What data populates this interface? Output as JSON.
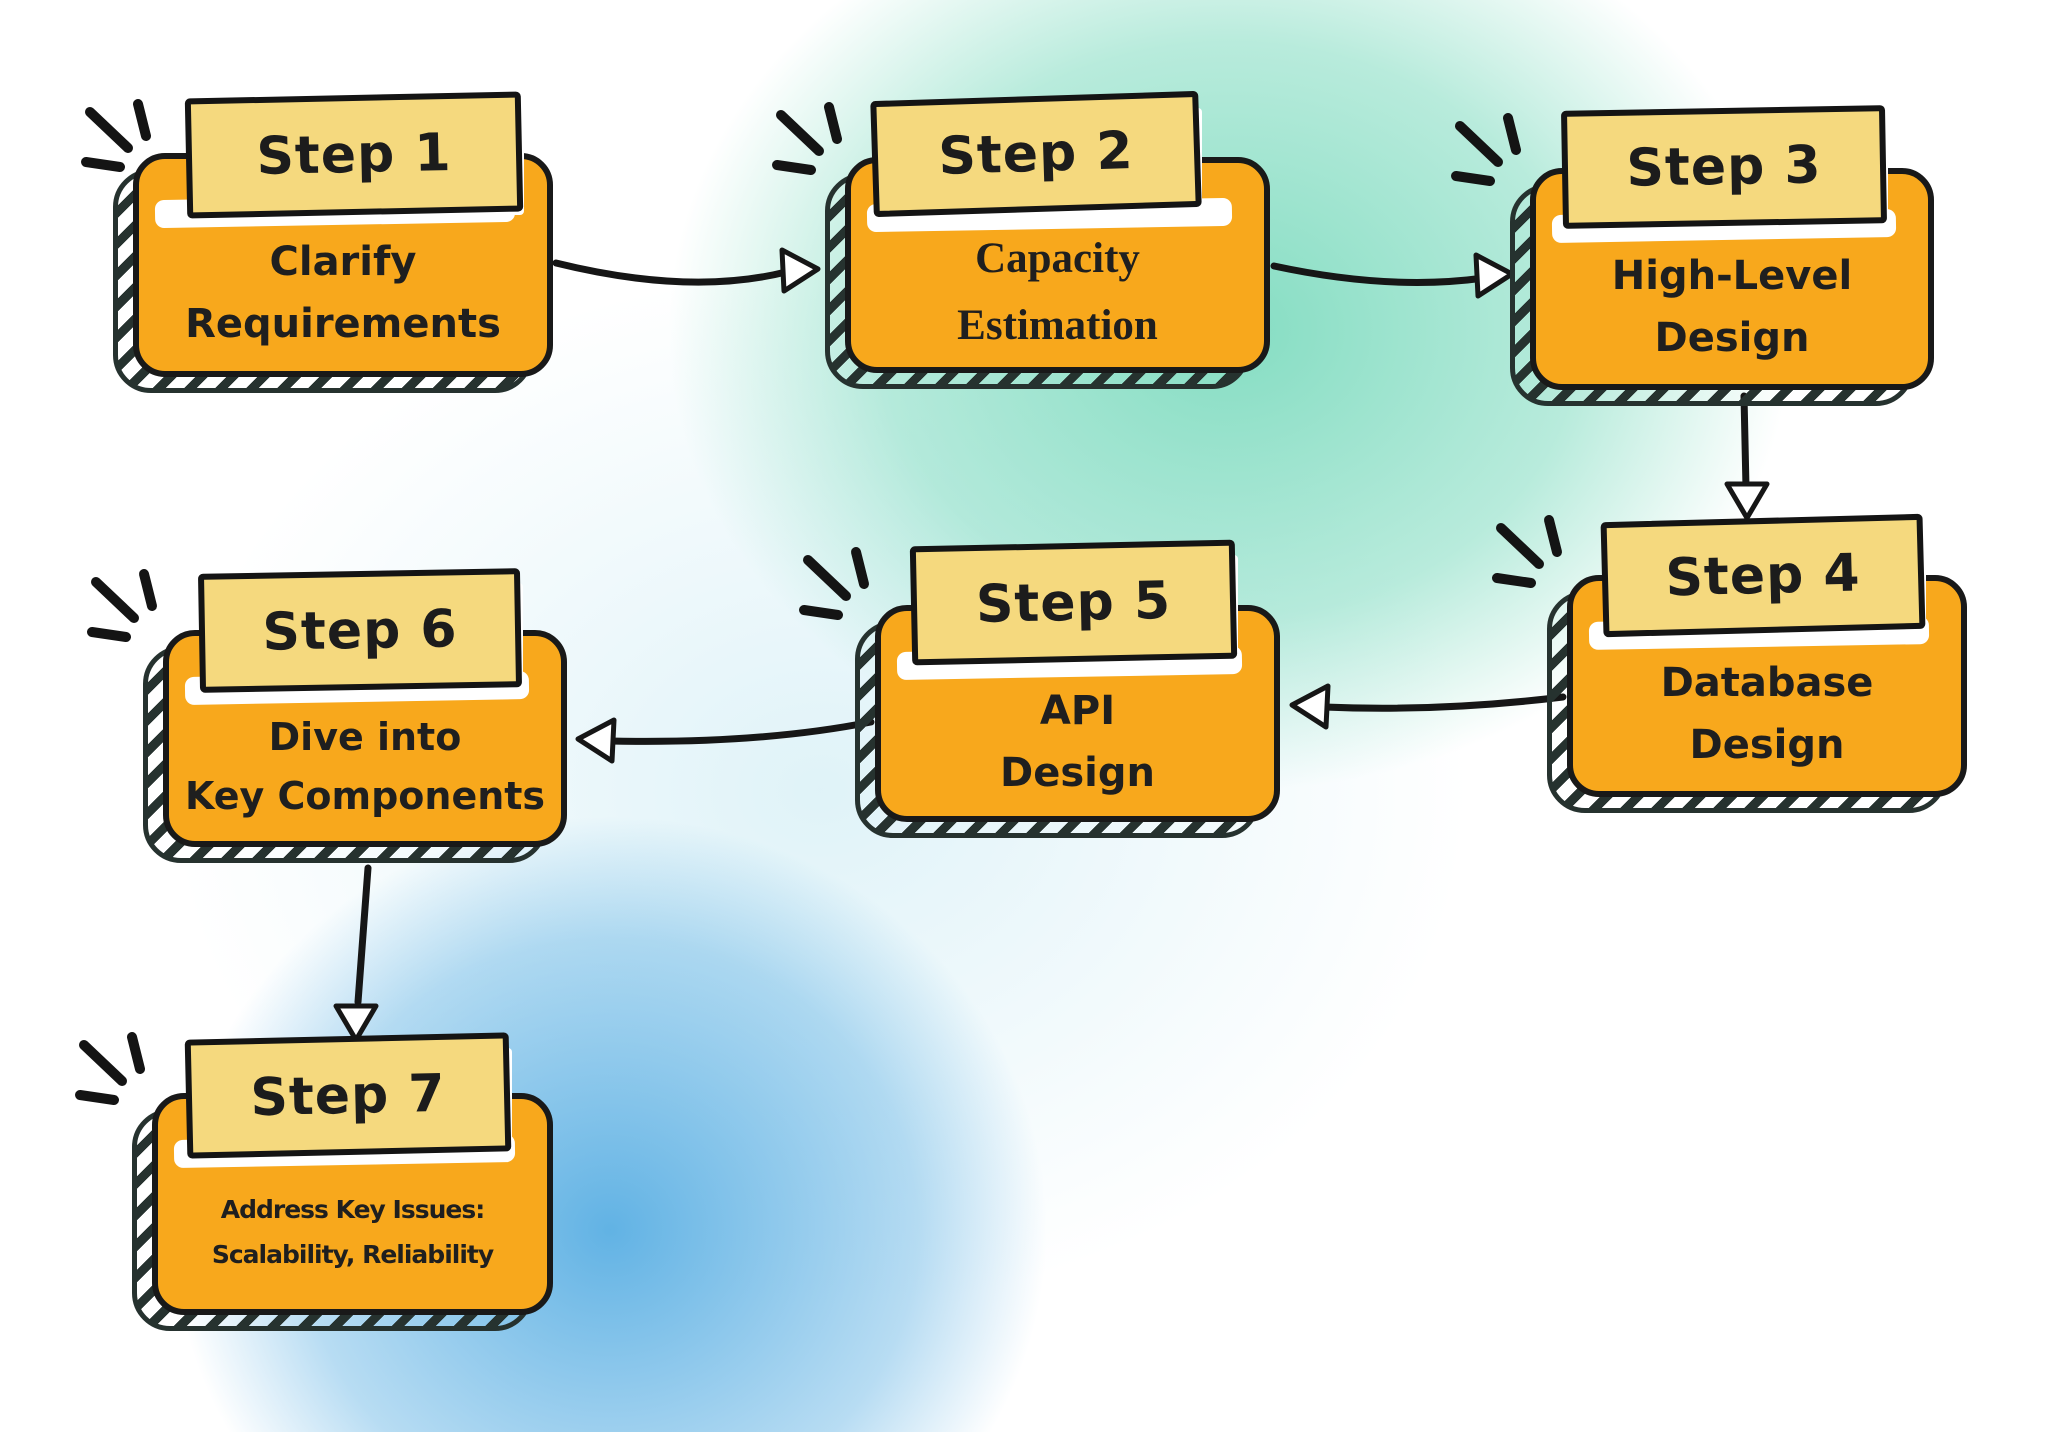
{
  "diagram": {
    "type": "flowchart",
    "steps": [
      {
        "label": "Step 1",
        "title": "Clarify\nRequirements"
      },
      {
        "label": "Step 2",
        "title": "Capacity\nEstimation"
      },
      {
        "label": "Step 3",
        "title": "High-Level\nDesign"
      },
      {
        "label": "Step 4",
        "title": "Database\nDesign"
      },
      {
        "label": "Step 5",
        "title": "API\nDesign"
      },
      {
        "label": "Step 6",
        "title": "Dive into\nKey Components"
      },
      {
        "label": "Step 7",
        "title": "Address Key Issues:\nScalability, Reliability"
      }
    ],
    "flow": [
      {
        "from": "Step 1",
        "to": "Step 2"
      },
      {
        "from": "Step 2",
        "to": "Step 3"
      },
      {
        "from": "Step 3",
        "to": "Step 4"
      },
      {
        "from": "Step 4",
        "to": "Step 5"
      },
      {
        "from": "Step 5",
        "to": "Step 6"
      },
      {
        "from": "Step 6",
        "to": "Step 7"
      }
    ]
  },
  "colors": {
    "box_fill": "#F8A81C",
    "header_fill": "#F5D97E",
    "outline": "#1A1A1A",
    "shadow_hatch": "#26322F",
    "background_teal": "#7EDBBF",
    "background_blue": "#54ACE2",
    "text": "#1F1F1F"
  },
  "icons": {
    "sparkle": "sparkle-icon",
    "arrowhead": "arrowhead-icon"
  }
}
